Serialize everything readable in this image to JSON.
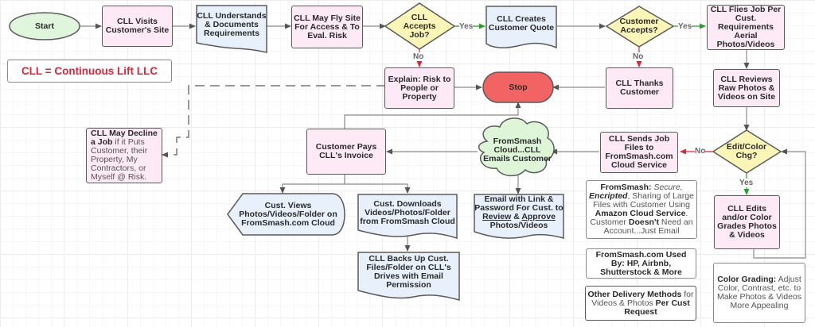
{
  "legend": {
    "text": "CLL = Continuous Lift LLC",
    "color": "#d6283a"
  },
  "colors": {
    "process_fill": "#fdeaf6",
    "document_fill": "#e8f0fc",
    "decision_fill": "#fbf6b8",
    "start_fill": "#dff5dc",
    "stop_fill": "#f26464",
    "cloud_fill": "#def5d8",
    "yes_arrow": "#2e9b2e",
    "no_arrow": "#d6283a"
  },
  "nodes": {
    "start": "Start",
    "visits_site": "CLL Visits Customer's Site",
    "understands": "CLL Understands & Documents Requirements",
    "may_fly": "CLL May Fly Site For Access & To Eval. Risk",
    "accepts_job": "CLL Accepts Job?",
    "creates_quote": "CLL Creates Customer Quote",
    "customer_accepts": "Customer Accepts?",
    "flies_job": "CLL Flies Job Per Cust. Requirements Aerial Photos/Videos",
    "explain_risk": "Explain: Risk to People or Property",
    "stop": "Stop",
    "thanks_customer": "CLL Thanks Customer",
    "reviews_raw": "CLL Reviews Raw Photos & Videos on Site",
    "may_decline_bold": "CLL May Decline a Job",
    "may_decline_rest": " if it Puts Customer, their Property, My Contractors, or Myself @ Risk.",
    "pays_invoice": "Customer Pays CLL's Invoice",
    "cloud_emails": "FromSmash Cloud...CLL Emails Customer",
    "sends_files": "CLL Sends Job Files to FromSmash.com Cloud Service",
    "edit_color": "Edit/Color Chg?",
    "views_cloud": "Cust. Views Photos/Videos/Folder on FromSmash.com Cloud",
    "downloads": "Cust. Downloads Videos/Photos/Folder from FromSmash Cloud",
    "email_link_1": "Email with Link & Password For Cust. to ",
    "email_link_review": "Review",
    "email_link_amp": " & ",
    "email_link_approve": "Approve",
    "email_link_2": " Photos/Videos",
    "edits_grades": "CLL Edits and/or Color Grades Photos & Videos",
    "backs_up": "CLL Backs Up Cust. Files/Folder on CLL's Drives with Email Permission"
  },
  "notes": {
    "fromsmash": {
      "b1": "FromSmash:",
      "i1": " Secure,",
      "bi": "Encripted",
      "t1": ", Sharing of Large Files with Customer Using ",
      "b2": "Amazon Cloud Service",
      "t2": ". Customer ",
      "b3": "Doesn't",
      "t3": " Need an Account...Just Email"
    },
    "used_by": "FromSmash.com Used By: HP, Airbnb, Shutterstock & More",
    "other_methods_b1": "Other Delivery Methods",
    "other_methods_t": " for Videos & Photos ",
    "other_methods_b2": "Per Cust  Request",
    "color_grading_b": "Color Grading:",
    "color_grading_t": " Adjust Color, Contrast, etc. to Make Photos & Videos More Appealing"
  },
  "edge_labels": {
    "yes_1": "Yes",
    "no_1": "No",
    "yes_2": "Yes",
    "no_2": "No",
    "no_3": "No",
    "yes_3": "Yes"
  }
}
